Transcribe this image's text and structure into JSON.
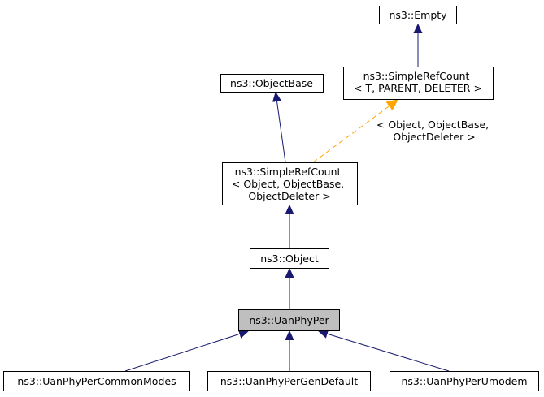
{
  "colors": {
    "inheritance_edge": "#191970",
    "template_edge": "#ffa500",
    "highlight_fill": "#bfbfbf",
    "node_border": "#000000"
  },
  "nodes": {
    "empty": {
      "lines": [
        "ns3::Empty"
      ]
    },
    "simplerefcount_template": {
      "lines": [
        "ns3::SimpleRefCount",
        "< T, PARENT, DELETER >"
      ]
    },
    "objectbase": {
      "lines": [
        "ns3::ObjectBase"
      ]
    },
    "simplerefcount_object": {
      "lines": [
        "ns3::SimpleRefCount",
        "< Object, ObjectBase,",
        "ObjectDeleter >"
      ]
    },
    "object": {
      "lines": [
        "ns3::Object"
      ]
    },
    "uanphyper": {
      "lines": [
        "ns3::UanPhyPer"
      ]
    },
    "commonmodes": {
      "lines": [
        "ns3::UanPhyPerCommonModes"
      ]
    },
    "gendefault": {
      "lines": [
        "ns3::UanPhyPerGenDefault"
      ]
    },
    "umodem": {
      "lines": [
        "ns3::UanPhyPerUmodem"
      ]
    }
  },
  "edge_labels": {
    "template_instantiation": [
      "< Object, ObjectBase,",
      "ObjectDeleter >"
    ]
  }
}
